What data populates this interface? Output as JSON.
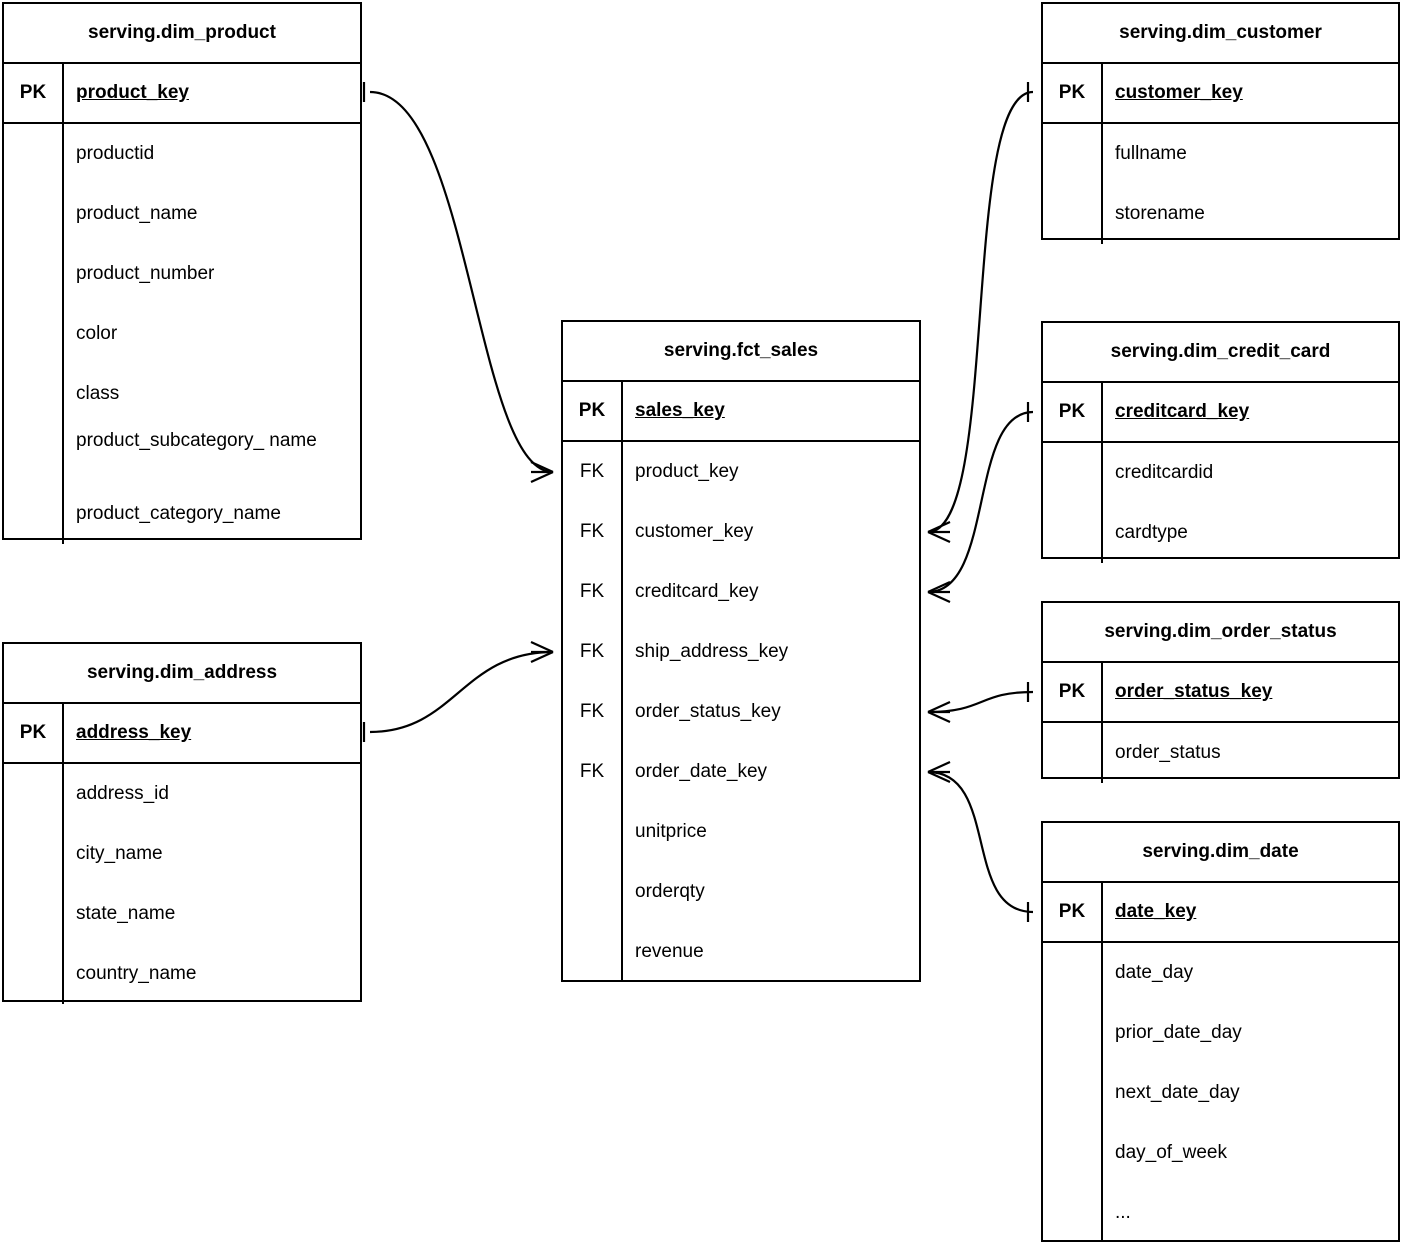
{
  "diagram": {
    "title": "Star schema ER diagram",
    "notation": "crow's foot",
    "line_color": "#000000",
    "background_color": "#ffffff"
  },
  "entities": {
    "dim_product": {
      "name": "serving.dim_product",
      "pk_label": "PK",
      "pk_field": "product_key",
      "attributes": [
        "productid",
        "product_name",
        "product_number",
        "color",
        "class",
        "product_subcategory_\nname",
        "product_category_name"
      ]
    },
    "dim_address": {
      "name": "serving.dim_address",
      "pk_label": "PK",
      "pk_field": "address_key",
      "attributes": [
        "address_id",
        "city_name",
        "state_name",
        "country_name"
      ]
    },
    "fct_sales": {
      "name": "serving.fct_sales",
      "pk_label": "PK",
      "pk_field": "sales_key",
      "fk_label": "FK",
      "fk_fields": [
        "product_key",
        "customer_key",
        "creditcard_key",
        "ship_address_key",
        "order_status_key",
        "order_date_key"
      ],
      "measures": [
        "unitprice",
        "orderqty",
        "revenue"
      ]
    },
    "dim_customer": {
      "name": "serving.dim_customer",
      "pk_label": "PK",
      "pk_field": "customer_key",
      "attributes": [
        "fullname",
        "storename"
      ]
    },
    "dim_credit_card": {
      "name": "serving.dim_credit_card",
      "pk_label": "PK",
      "pk_field": "creditcard_key",
      "attributes": [
        "creditcardid",
        "cardtype"
      ]
    },
    "dim_order_status": {
      "name": "serving.dim_order_status",
      "pk_label": "PK",
      "pk_field": "order_status_key",
      "attributes": [
        "order_status"
      ]
    },
    "dim_date": {
      "name": "serving.dim_date",
      "pk_label": "PK",
      "pk_field": "date_key",
      "attributes": [
        "date_day",
        "prior_date_day",
        "next_date_day",
        "day_of_week",
        "..."
      ]
    }
  },
  "relationships": [
    {
      "from": "dim_product.product_key",
      "to": "fct_sales.product_key",
      "from_card": "one",
      "to_card": "many"
    },
    {
      "from": "dim_address.address_key",
      "to": "fct_sales.ship_address_key",
      "from_card": "one",
      "to_card": "many"
    },
    {
      "from": "fct_sales.customer_key",
      "to": "dim_customer.customer_key",
      "from_card": "many",
      "to_card": "one"
    },
    {
      "from": "fct_sales.creditcard_key",
      "to": "dim_credit_card.creditcard_key",
      "from_card": "many",
      "to_card": "one"
    },
    {
      "from": "fct_sales.order_status_key",
      "to": "dim_order_status.order_status_key",
      "from_card": "many",
      "to_card": "one"
    },
    {
      "from": "fct_sales.order_date_key",
      "to": "dim_date.date_key",
      "from_card": "many",
      "to_card": "one"
    }
  ]
}
